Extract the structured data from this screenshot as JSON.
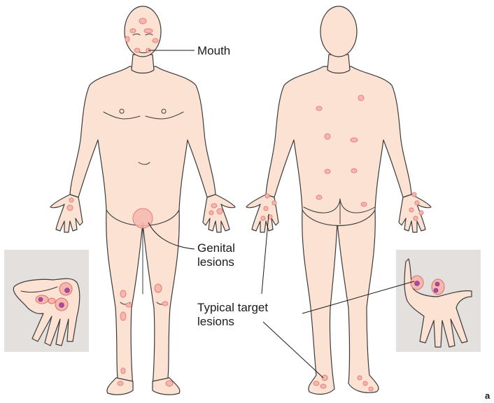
{
  "labels": {
    "mouth": "Mouth",
    "genital_line1": "Genital",
    "genital_line2": "lesions",
    "target_line1": "Typical target",
    "target_line2": "lesions",
    "panel_letter": "a"
  },
  "colors": {
    "skin": "#fce2d2",
    "lesion": "#f6b7b0",
    "lesion_border": "#e57e78",
    "target_center": "#a64b9e",
    "inset_background": "#e4e0de",
    "outline": "#3b3b3b"
  }
}
